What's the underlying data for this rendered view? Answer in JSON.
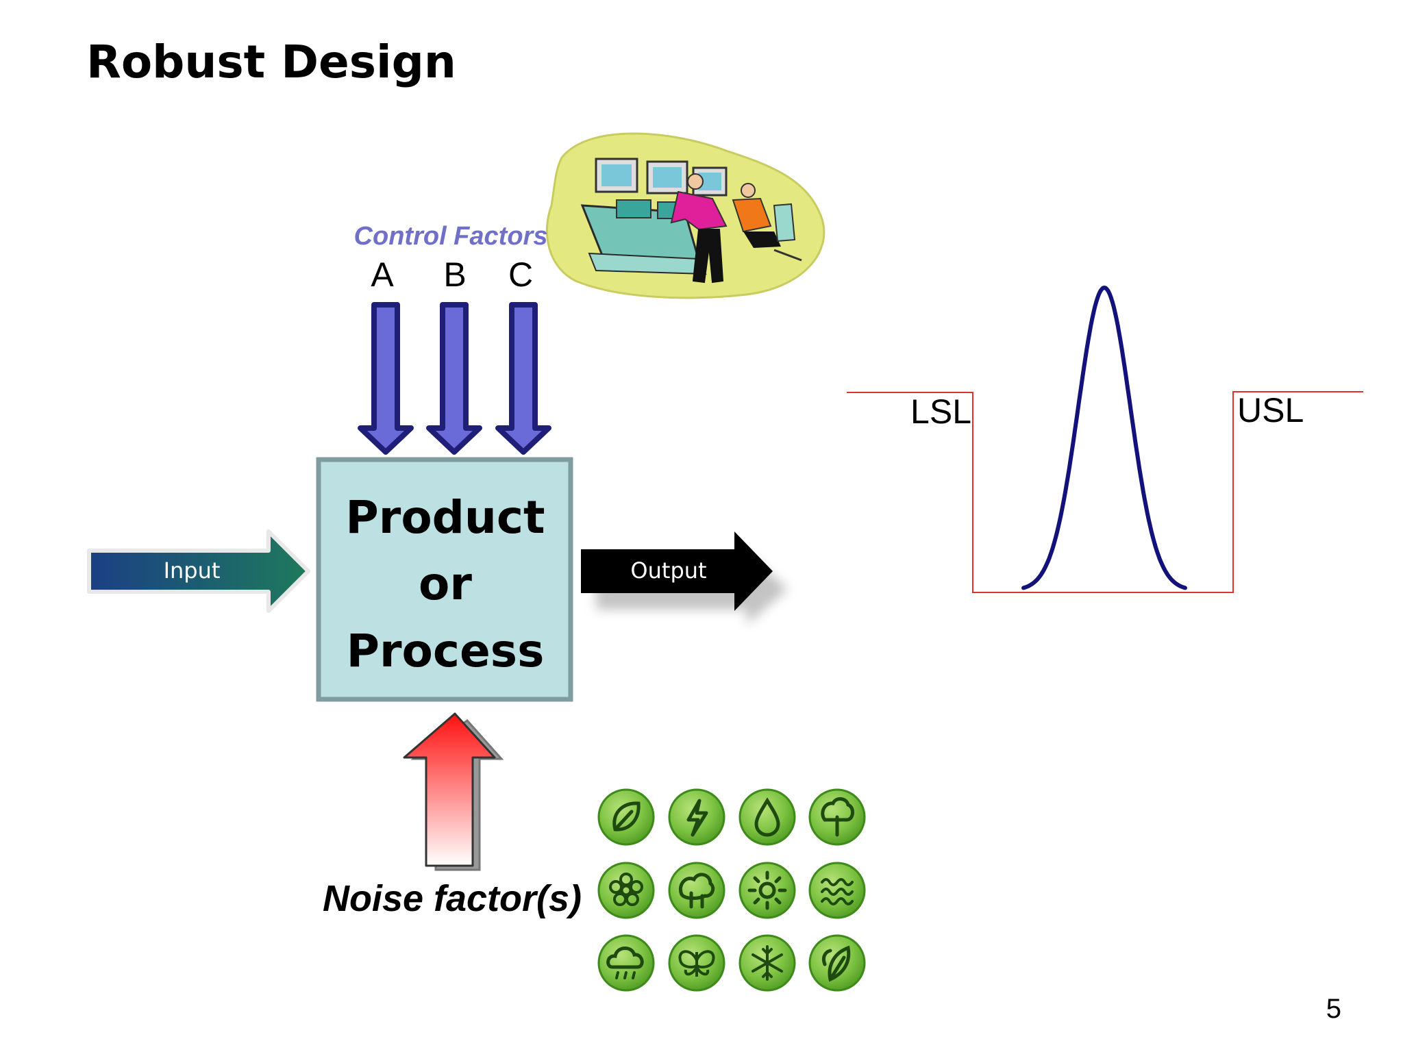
{
  "slide": {
    "title": "Robust Design",
    "page_number": "5"
  },
  "diagram": {
    "control_factors_label": "Control Factors",
    "factors": [
      "A",
      "B",
      "C"
    ],
    "process_lines": [
      "Product",
      "or",
      "Process"
    ],
    "input_label": "Input",
    "output_label": "Output",
    "noise_label": "Noise factor(s)"
  },
  "distribution": {
    "lsl_label": "LSL",
    "usl_label": "USL"
  },
  "colors": {
    "control_text": "#7070c8",
    "factor_arrow_fill": "#6a6ad8",
    "factor_arrow_stroke": "#1f1f78",
    "process_box_fill": "#bde0e3",
    "process_box_stroke": "#7f9c9e",
    "input_arrow_dark": "#1a3a7a",
    "input_arrow_light": "#1e6a5a",
    "output_arrow": "#000000",
    "noise_arrow_top": "#ff1010",
    "spec_line": "#e03030",
    "curve": "#12127a",
    "noise_icon_green": "#7cc241"
  },
  "icons": {
    "illustration": "control-room-clipart",
    "noise_icons": [
      "leaf-icon",
      "lightning-icon",
      "water-drop-icon",
      "tree-icon",
      "flower-icon",
      "forest-icon",
      "sun-icon",
      "waves-icon",
      "rain-cloud-icon",
      "butterfly-icon",
      "snowflake-icon",
      "sprout-icon"
    ]
  }
}
